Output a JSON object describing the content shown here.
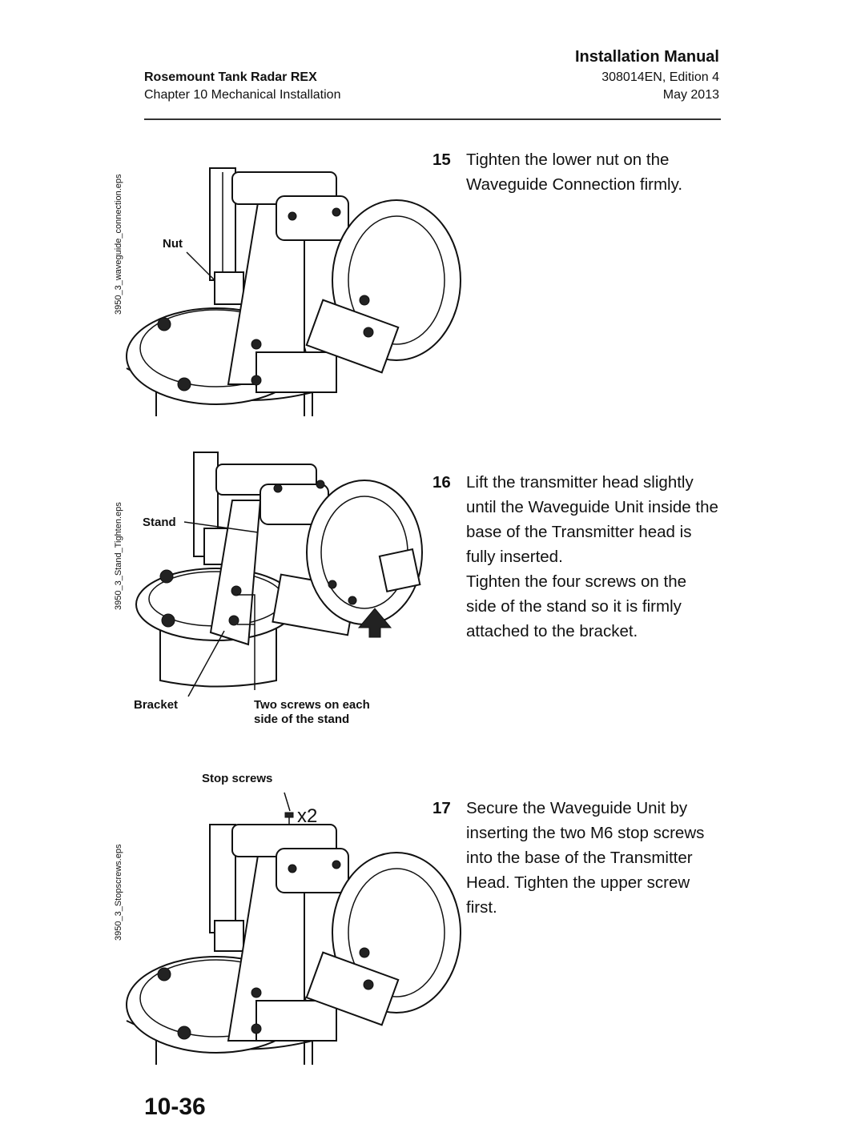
{
  "header": {
    "title": "Installation Manual",
    "product": "Rosemount Tank Radar REX",
    "chapter": "Chapter 10 Mechanical Installation",
    "doc_number": "308014EN, Edition 4",
    "date": "May 2013"
  },
  "figures": [
    {
      "filename": "3950_3_waveguide_connection.eps",
      "labels": {
        "nut": "Nut"
      }
    },
    {
      "filename": "3950_3_Stand_Tighten.eps",
      "labels": {
        "stand": "Stand",
        "bracket": "Bracket",
        "screws_line1": "Two screws on each",
        "screws_line2": "side of the stand"
      }
    },
    {
      "filename": "3950_3_Stopscrews.eps",
      "labels": {
        "stop_screws": "Stop screws",
        "multiplier": "x2"
      }
    }
  ],
  "steps": [
    {
      "number": "15",
      "text": "Tighten the lower nut on the Waveguide Connection firmly."
    },
    {
      "number": "16",
      "text": "Lift the transmitter head slightly until the Waveguide Unit inside the base of the Transmitter head is fully inserted.",
      "text2": "Tighten the four screws on the side of the stand so it is firmly attached to the bracket."
    },
    {
      "number": "17",
      "text": "Secure the Waveguide Unit by inserting the two M6 stop screws into the base of the Transmitter Head. Tighten the upper screw first."
    }
  ],
  "page_number": "10-36",
  "icons": [
    "arrow-up-icon"
  ]
}
